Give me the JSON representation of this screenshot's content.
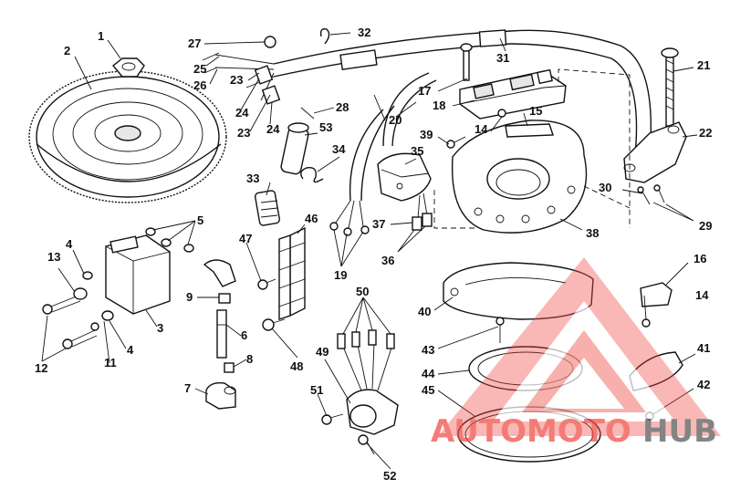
{
  "callouts": [
    {
      "id": "c1",
      "label": "1"
    },
    {
      "id": "c2",
      "label": "2"
    },
    {
      "id": "c3",
      "label": "3"
    },
    {
      "id": "c4a",
      "label": "4"
    },
    {
      "id": "c4b",
      "label": "4"
    },
    {
      "id": "c5",
      "label": "5"
    },
    {
      "id": "c6",
      "label": "6"
    },
    {
      "id": "c7",
      "label": "7"
    },
    {
      "id": "c8",
      "label": "8"
    },
    {
      "id": "c9",
      "label": "9"
    },
    {
      "id": "c11",
      "label": "11"
    },
    {
      "id": "c12",
      "label": "12"
    },
    {
      "id": "c13",
      "label": "13"
    },
    {
      "id": "c14a",
      "label": "14"
    },
    {
      "id": "c14b",
      "label": "14"
    },
    {
      "id": "c15",
      "label": "15"
    },
    {
      "id": "c16",
      "label": "16"
    },
    {
      "id": "c17",
      "label": "17"
    },
    {
      "id": "c18",
      "label": "18"
    },
    {
      "id": "c19",
      "label": "19"
    },
    {
      "id": "c20",
      "label": "20"
    },
    {
      "id": "c21",
      "label": "21"
    },
    {
      "id": "c22",
      "label": "22"
    },
    {
      "id": "c23a",
      "label": "23"
    },
    {
      "id": "c23b",
      "label": "23"
    },
    {
      "id": "c24a",
      "label": "24"
    },
    {
      "id": "c24b",
      "label": "24"
    },
    {
      "id": "c25",
      "label": "25"
    },
    {
      "id": "c26",
      "label": "26"
    },
    {
      "id": "c27",
      "label": "27"
    },
    {
      "id": "c28",
      "label": "28"
    },
    {
      "id": "c29",
      "label": "29"
    },
    {
      "id": "c30",
      "label": "30"
    },
    {
      "id": "c31",
      "label": "31"
    },
    {
      "id": "c32",
      "label": "32"
    },
    {
      "id": "c33",
      "label": "33"
    },
    {
      "id": "c34",
      "label": "34"
    },
    {
      "id": "c35",
      "label": "35"
    },
    {
      "id": "c36",
      "label": "36"
    },
    {
      "id": "c37",
      "label": "37"
    },
    {
      "id": "c38",
      "label": "38"
    },
    {
      "id": "c39",
      "label": "39"
    },
    {
      "id": "c40",
      "label": "40"
    },
    {
      "id": "c41",
      "label": "41"
    },
    {
      "id": "c42",
      "label": "42"
    },
    {
      "id": "c43",
      "label": "43"
    },
    {
      "id": "c44",
      "label": "44"
    },
    {
      "id": "c45",
      "label": "45"
    },
    {
      "id": "c46",
      "label": "46"
    },
    {
      "id": "c47",
      "label": "47"
    },
    {
      "id": "c48",
      "label": "48"
    },
    {
      "id": "c49",
      "label": "49"
    },
    {
      "id": "c50",
      "label": "50"
    },
    {
      "id": "c51",
      "label": "51"
    },
    {
      "id": "c52",
      "label": "52"
    },
    {
      "id": "c53",
      "label": "53"
    }
  ],
  "watermark": {
    "text_left": "AUTOMOTO",
    "text_right": "HUB",
    "accent_color": "#f04a43",
    "secondary_color": "#555555"
  },
  "colors": {
    "line": "#111111",
    "background": "#ffffff"
  }
}
